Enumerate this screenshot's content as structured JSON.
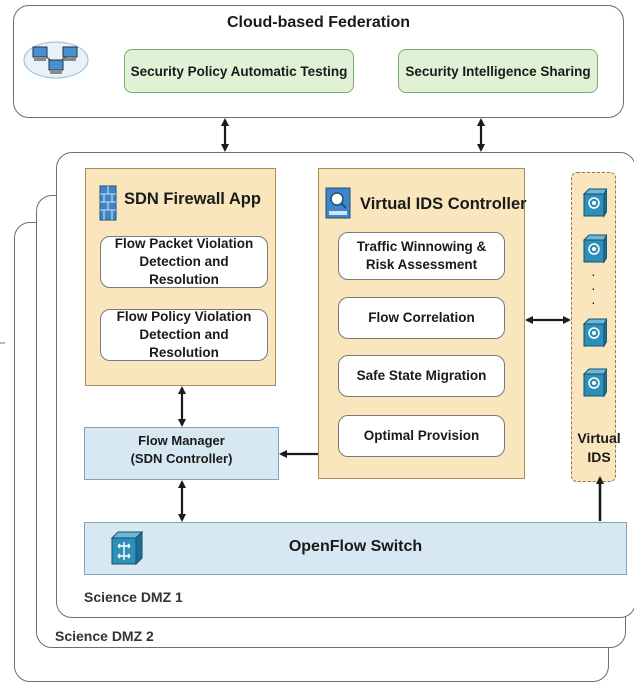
{
  "federation": {
    "title": "Cloud-based Federation",
    "testing_label": "Security Policy Automatic Testing",
    "sharing_label": "Security  Intelligence Sharing"
  },
  "dmz": {
    "dmz1_label": "Science DMZ 1",
    "dmz2_label": "Science DMZ 2"
  },
  "firewall": {
    "title": "SDN Firewall App",
    "items": [
      "Flow Packet Violation Detection and Resolution",
      "Flow Policy Violation Detection and Resolution"
    ]
  },
  "ids_controller": {
    "title": "Virtual IDS Controller",
    "items": [
      "Traffic Winnowing &  Risk Assessment",
      "Flow Correlation",
      "Safe State Migration",
      "Optimal Provision"
    ]
  },
  "flow_manager": {
    "line1": "Flow Manager",
    "line2": "(SDN Controller)"
  },
  "openflow": {
    "label": "OpenFlow Switch"
  },
  "virtual_ids": {
    "line1": "Virtual",
    "line2": "IDS",
    "dots": "·"
  },
  "colors": {
    "green_fill": "#dff2d6",
    "tan_fill": "#f9e6bd",
    "blue_fill": "#d8e8f3",
    "ids_icon": "#2e8fb8"
  }
}
